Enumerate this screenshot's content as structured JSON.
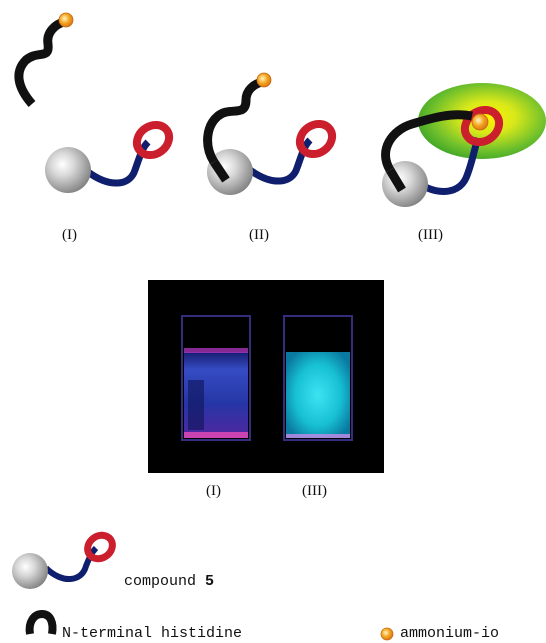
{
  "panels": [
    {
      "label": "(I)"
    },
    {
      "label": "(II)"
    },
    {
      "label": "(III)"
    }
  ],
  "photo": {
    "labels": [
      "(I)",
      "(III)"
    ]
  },
  "legend": {
    "compound_prefix": "compound",
    "compound_number": "5",
    "histidine": "N-terminal histidine",
    "ammonium": "ammonium-io"
  },
  "colors": {
    "ring": "#cc1f2d",
    "linker": "#0f1f6e",
    "strand": "#111111",
    "ball_light": "#f5f5f5",
    "ball_dark": "#8c8c8c",
    "ion": "#f3a21a",
    "glow_green": "#56b62a",
    "glow_yellow": "#fff200",
    "cuvette_blue": "#3b54d8",
    "cuvette_cyan": "#1fd6e8"
  }
}
